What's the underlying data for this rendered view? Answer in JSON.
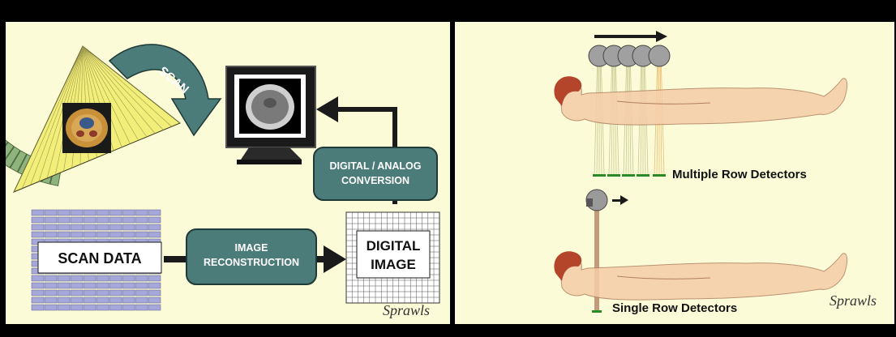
{
  "left": {
    "scan_label": "SCAN",
    "scan_data_label": "SCAN  DATA",
    "reconstruction_line1": "IMAGE",
    "reconstruction_line2": "RECONSTRUCTION",
    "conversion_line1": "DIGITAL / ANALOG",
    "conversion_line2": "CONVERSION",
    "digital_image_line1": "DIGITAL",
    "digital_image_line2": "IMAGE",
    "signature": "Sprawls"
  },
  "right": {
    "multiple_row_label": "Multiple Row Detectors",
    "single_row_label": "Single Row Detectors",
    "signature": "Sprawls"
  },
  "colors": {
    "panel_bg": "#fbfbd8",
    "box_teal": "#4c7c79",
    "detector_green": "#8fb37c",
    "beam_yellow": "#f2ee7a",
    "matrix_purple": "#a6a8dc",
    "skin": "#f6cda8",
    "hair": "#b4442a"
  }
}
